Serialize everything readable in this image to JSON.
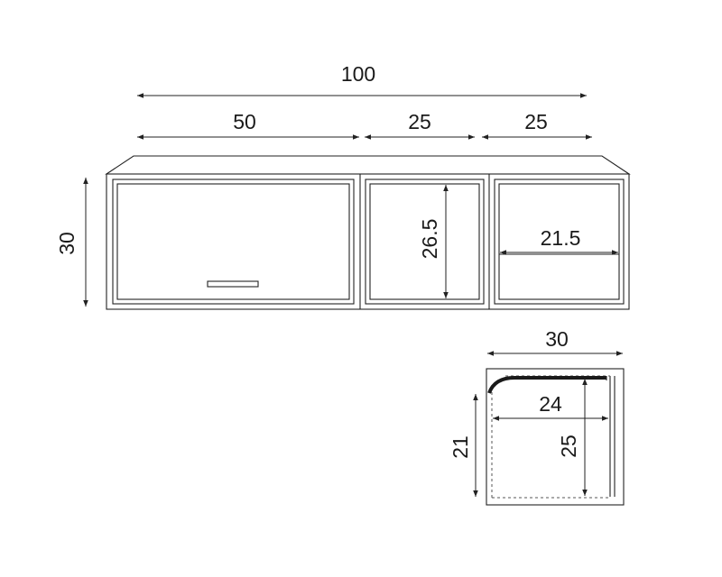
{
  "front_view": {
    "total_width": "100",
    "section_left_width": "50",
    "section_middle_width": "25",
    "section_right_width": "25",
    "height": "30",
    "inner_height": "26.5",
    "inner_width": "21.5"
  },
  "side_view": {
    "depth": "30",
    "inner_depth": "24",
    "inner_height": "25",
    "height": "21"
  },
  "colors": {
    "line": "#222222",
    "background": "#ffffff"
  }
}
